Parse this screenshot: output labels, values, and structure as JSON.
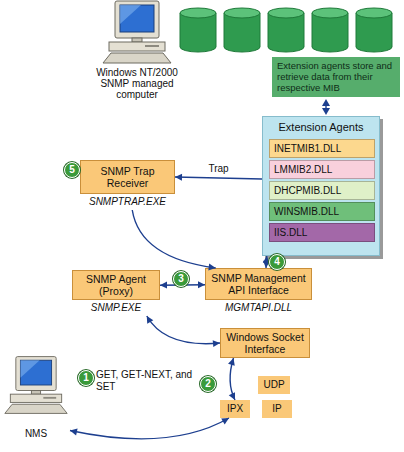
{
  "diagram": {
    "nodes": [
      {
        "text": [
          "Windows NT/2000 SNMP managed computer"
        ]
      },
      {
        "text": [
          "Extension agents store and retrieve data from their respective MIB"
        ]
      },
      {
        "text": [
          "Extension Agents"
        ]
      },
      {
        "text": [
          "INETMIB1.DLL"
        ],
        "in": 2
      },
      {
        "text": [
          "LMMIB2.DLL"
        ],
        "in": 2
      },
      {
        "text": [
          "DHCPMIB.DLL"
        ],
        "in": 2
      },
      {
        "text": [
          "WINSMIB.DLL"
        ],
        "in": 2
      },
      {
        "text": [
          "IIS.DLL"
        ],
        "in": 2
      },
      {
        "text": [
          "SNMP Trap Receiver",
          "SNMPTRAP.EXE"
        ]
      },
      {
        "text": [
          "SNMP Agent (Proxy)",
          "SNMP.EXE"
        ]
      },
      {
        "text": [
          "SNMP Management API Interface",
          "MGMTAPI.DLL"
        ]
      },
      {
        "text": [
          "Windows Socket Interface"
        ]
      },
      {
        "text": [
          "UDP"
        ]
      },
      {
        "text": [
          "IPX"
        ]
      },
      {
        "text": [
          "IP"
        ]
      },
      {
        "text": [
          "NMS"
        ]
      }
    ],
    "edges": [
      {
        "from": 2,
        "to": 8,
        "label": "Trap",
        "arrow": "to"
      },
      {
        "from": 8,
        "to": 10,
        "arrow": "to"
      },
      {
        "from": 2,
        "to": 10,
        "arrow": "both"
      },
      {
        "from": 9,
        "to": 10,
        "arrow": "both"
      },
      {
        "from": 9,
        "to": 11,
        "arrow": "both"
      },
      {
        "from": 11,
        "to": 13,
        "arrow": "both"
      },
      {
        "from": 15,
        "to": 13,
        "arrow": "both"
      }
    ],
    "labels": [
      "1",
      "2",
      "3",
      "4",
      "5",
      "GET, GET-NEXT, and SET"
    ]
  }
}
